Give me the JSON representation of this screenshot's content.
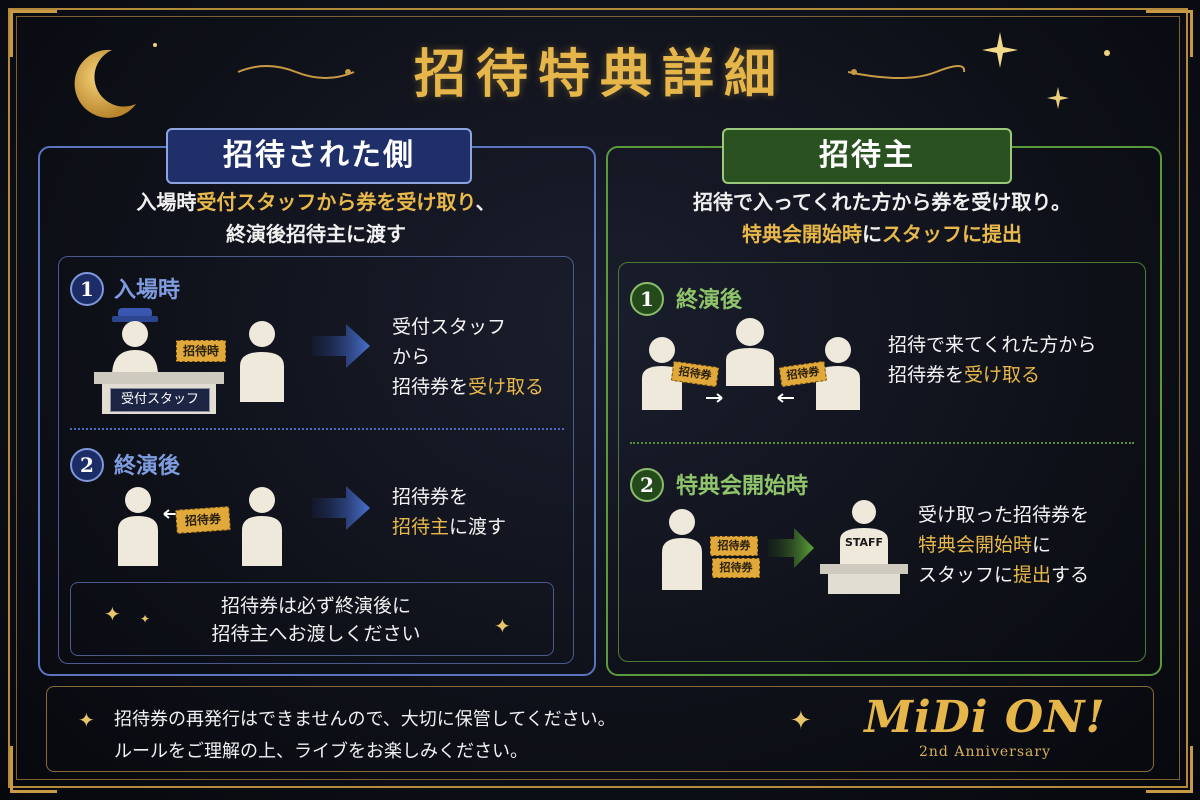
{
  "title": "招待特典詳細",
  "left": {
    "tag": "招待された側",
    "lead_line1_pre": "入場時",
    "lead_line1_hl": "受付スタッフから券を受け取り",
    "lead_line1_post": "、",
    "lead_line2": "終演後招待主に渡す",
    "step1": {
      "num": "1",
      "label": "入場時",
      "ticket": "招待時",
      "counter_label": "受付スタッフ",
      "desc_line1": "受付スタッフ",
      "desc_line2": "から",
      "desc_line3_pre": "招待券を",
      "desc_line3_hl": "受け取る"
    },
    "step2": {
      "num": "2",
      "label": "終演後",
      "ticket": "招待券",
      "desc_line1": "招待券を",
      "desc_line2_hl": "招待主",
      "desc_line2_post": "に渡す"
    },
    "note_line1": "招待券は必ず終演後に",
    "note_line2": "招待主へお渡しください"
  },
  "right": {
    "tag": "招待主",
    "lead_line1": "招待で入ってくれた方から券を受け取り。",
    "lead_line2_hl1": "特典会開始時",
    "lead_line2_mid": "に",
    "lead_line2_hl2": "スタッフに提出",
    "step1": {
      "num": "1",
      "label": "終演後",
      "ticket_a": "招待券",
      "ticket_b": "招待券",
      "desc_line1": "招待で来てくれた方から",
      "desc_line2_pre": "招待券を",
      "desc_line2_hl": "受け取る"
    },
    "step2": {
      "num": "2",
      "label": "特典会開始時",
      "ticket_a": "招待券",
      "ticket_b": "招待券",
      "staff": "STAFF",
      "desc_line1": "受け取った招待券を",
      "desc_line2_hl": "特典会開始時",
      "desc_line2_post": "に",
      "desc_line3_pre": "スタッフに",
      "desc_line3_hl": "提出",
      "desc_line3_post": "する"
    }
  },
  "bottom": {
    "line1": "招待券の再発行はできませんので、大切に保管してください。",
    "line2": "ルールをご理解の上、ライブをお楽しみください。"
  },
  "logo": {
    "main": "MiDi ON!",
    "sub": "2nd Anniversary"
  },
  "colors": {
    "gold": "#e8b84a",
    "blue": "#5a74c0",
    "green": "#5a9a3a",
    "bg": "#0e1018"
  }
}
